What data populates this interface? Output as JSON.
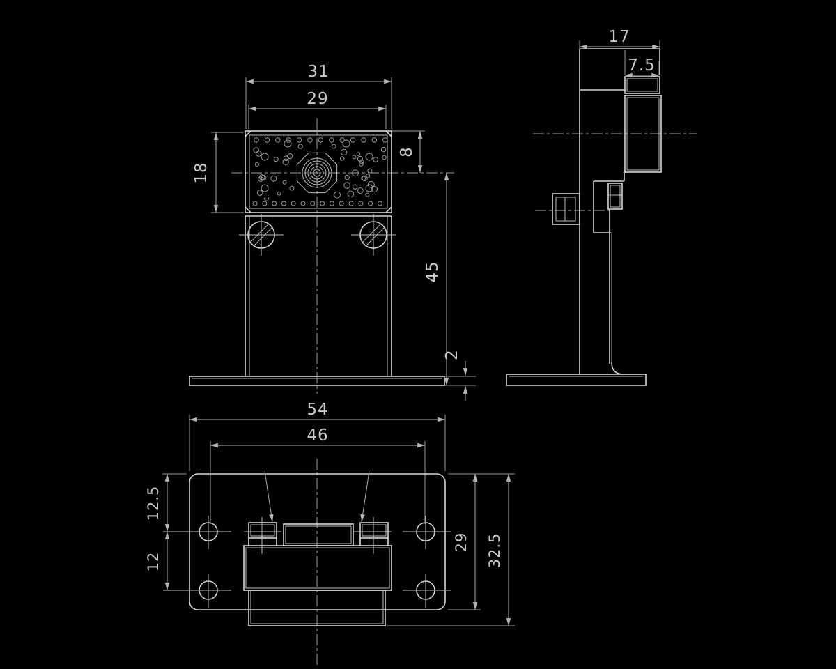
{
  "drawing": {
    "type": "engineering-multiview",
    "background": "#000000",
    "line_color": "#d6d6d6",
    "dimension_color": "#aaaaaa",
    "views": {
      "front": {
        "dims": {
          "board_width": "31",
          "board_inner_width": "29",
          "board_height": "18",
          "lens_center_offset": "8",
          "stand_height": "45",
          "base_thickness": "2"
        }
      },
      "side": {
        "dims": {
          "head_depth": "17",
          "lens_head_depth": "7.5"
        }
      },
      "bottom": {
        "dims": {
          "base_width": "54",
          "hole_pitch_x": "46",
          "hole_edge_offset": "12.5",
          "hole_pitch_y": "12",
          "base_depth": "29",
          "overall_depth": "32.5"
        }
      }
    }
  }
}
